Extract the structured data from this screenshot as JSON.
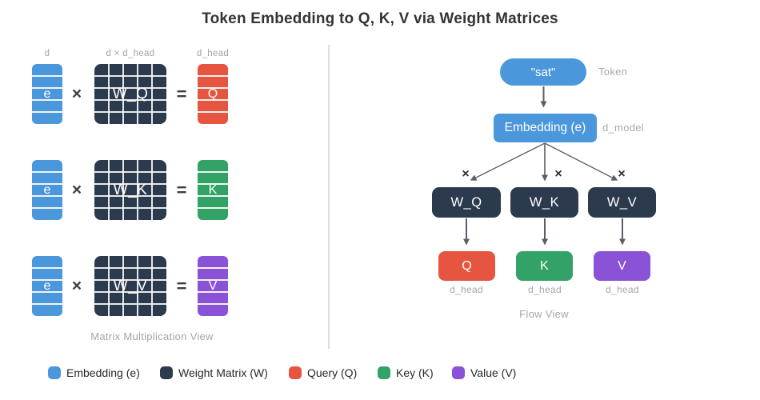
{
  "title": "Token Embedding to Q, K, V via Weight Matrices",
  "colors": {
    "embedding": "#4a97db",
    "weight": "#2c3a4e",
    "query": "#e65540",
    "key": "#33a266",
    "value": "#8a52d6",
    "arrow": "#5a5f66",
    "annotation": "#a4a7ab",
    "divider": "#dcdcdc",
    "title_text": "#333437"
  },
  "matmul": {
    "caption": "Matrix Multiplication View",
    "times": "×",
    "equals": "=",
    "col_labels": {
      "vector": "d",
      "matrix": "d × d_head",
      "result": "d_head"
    },
    "rows": [
      {
        "vector": "e",
        "matrix": "W_Q",
        "result": "Q"
      },
      {
        "vector": "e",
        "matrix": "W_K",
        "result": "K"
      },
      {
        "vector": "e",
        "matrix": "W_V",
        "result": "V"
      }
    ]
  },
  "flow": {
    "caption": "Flow View",
    "times": "×",
    "token": {
      "label": "\"sat\"",
      "annotation": "Token"
    },
    "embedding": {
      "label": "Embedding (e)",
      "annotation": "d_model"
    },
    "weights": [
      {
        "label": "W_Q"
      },
      {
        "label": "W_K"
      },
      {
        "label": "W_V"
      }
    ],
    "outputs": [
      {
        "label": "Q",
        "annotation": "d_head"
      },
      {
        "label": "K",
        "annotation": "d_head"
      },
      {
        "label": "V",
        "annotation": "d_head"
      }
    ]
  },
  "legend": {
    "items": [
      {
        "label": "Embedding (e)",
        "color": "#4a97db"
      },
      {
        "label": "Weight Matrix (W)",
        "color": "#2c3a4e"
      },
      {
        "label": "Query (Q)",
        "color": "#e65540"
      },
      {
        "label": "Key (K)",
        "color": "#33a266"
      },
      {
        "label": "Value (V)",
        "color": "#8a52d6"
      }
    ]
  }
}
